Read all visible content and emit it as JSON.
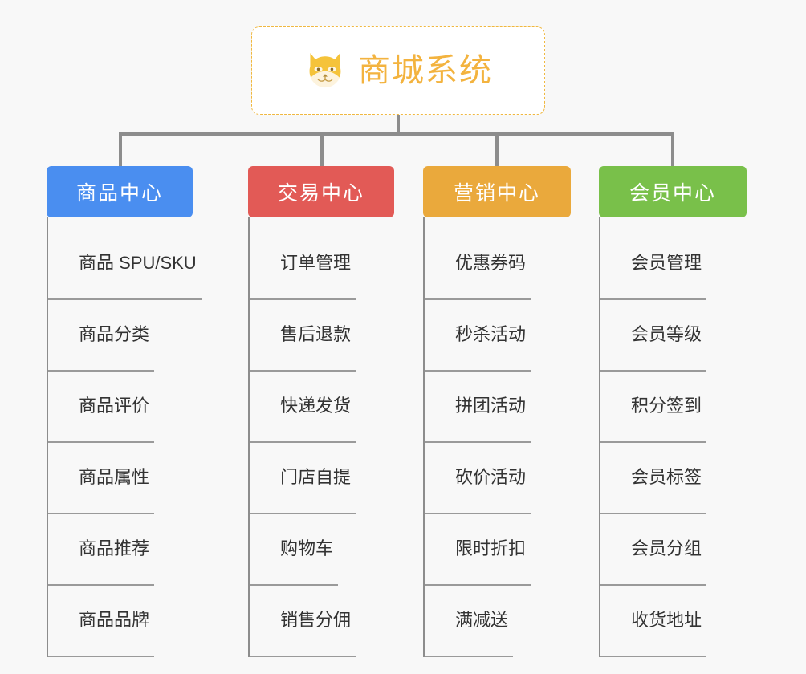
{
  "page": {
    "background_color": "#f8f8f8",
    "type": "organization-mindmap"
  },
  "root": {
    "title": "商城系统",
    "icon": "shiba-dog-face-icon",
    "title_color": "#f3b33f",
    "border_color": "#f0b840",
    "background_color": "#ffffff"
  },
  "connector_color": "#8d8d8d",
  "columns": [
    {
      "title": "商品中心",
      "color": "#4a8ef0",
      "items": [
        "商品 SPU/SKU",
        "商品分类",
        "商品评价",
        "商品属性",
        "商品推荐",
        "商品品牌"
      ]
    },
    {
      "title": "交易中心",
      "color": "#e25a56",
      "items": [
        "订单管理",
        "售后退款",
        "快递发货",
        "门店自提",
        "购物车",
        "销售分佣"
      ]
    },
    {
      "title": "营销中心",
      "color": "#eaa93c",
      "items": [
        "优惠券码",
        "秒杀活动",
        "拼团活动",
        "砍价活动",
        "限时折扣",
        "满减送"
      ]
    },
    {
      "title": "会员中心",
      "color": "#79c council",
      "items": [
        "会员管理",
        "会员等级",
        "积分签到",
        "会员标签",
        "会员分组",
        "收货地址"
      ]
    }
  ]
}
